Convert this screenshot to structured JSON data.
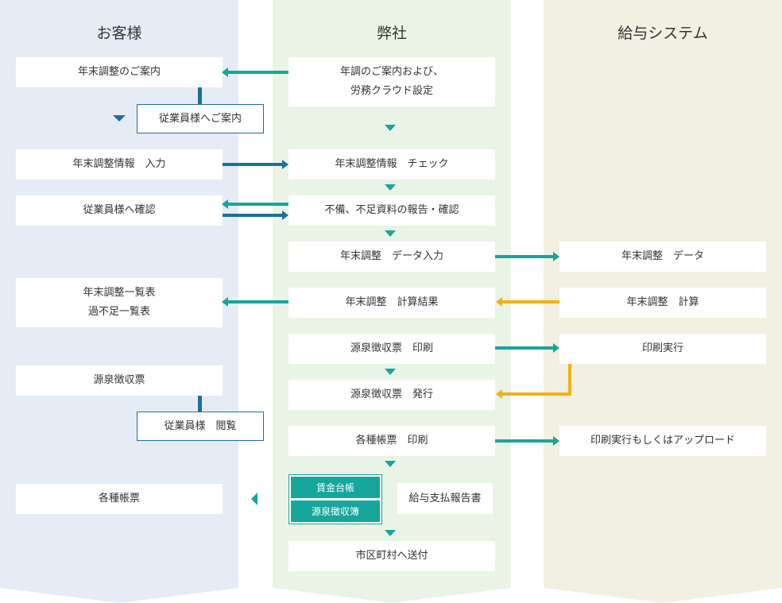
{
  "lanes": {
    "customer": "お客様",
    "company": "弊社",
    "payroll": "給与システム"
  },
  "customer": {
    "guide": "年末調整のご案内",
    "employee_guide": "従業員様へご案内",
    "input": "年末調整情報　入力",
    "confirm": "従業員様へ確認",
    "list": "年末調整一覧表\n過不足一覧表",
    "withholding": "源泉徴収票",
    "employee_view": "従業員様　閲覧",
    "forms": "各種帳票"
  },
  "company": {
    "guide_setup": "年調のご案内および、\n労務クラウド設定",
    "check": "年末調整情報　チェック",
    "report": "不備、不足資料の報告・確認",
    "data_input": "年末調整　データ入力",
    "result": "年末調整　計算結果",
    "print_slip": "源泉徴収票　印刷",
    "issue_slip": "源泉徴収票　発行",
    "print_forms": "各種帳票　印刷",
    "ledger": [
      "賃金台帳",
      "源泉徴収簿"
    ],
    "payment_report": "給与支払報告書",
    "send_city": "市区町村へ送付"
  },
  "payroll": {
    "data": "年末調整　データ",
    "calc": "年末調整　計算",
    "print_exec": "印刷実行",
    "print_upload": "印刷実行もしくはアップロード"
  },
  "colors": {
    "customer_lane": "#e6ecf6",
    "company_lane": "#eaf4e6",
    "payroll_lane": "#f2efe3",
    "teal_arrow": "#16a69b",
    "navy_arrow": "#1e6f9a",
    "yellow_arrow": "#f1b312"
  }
}
